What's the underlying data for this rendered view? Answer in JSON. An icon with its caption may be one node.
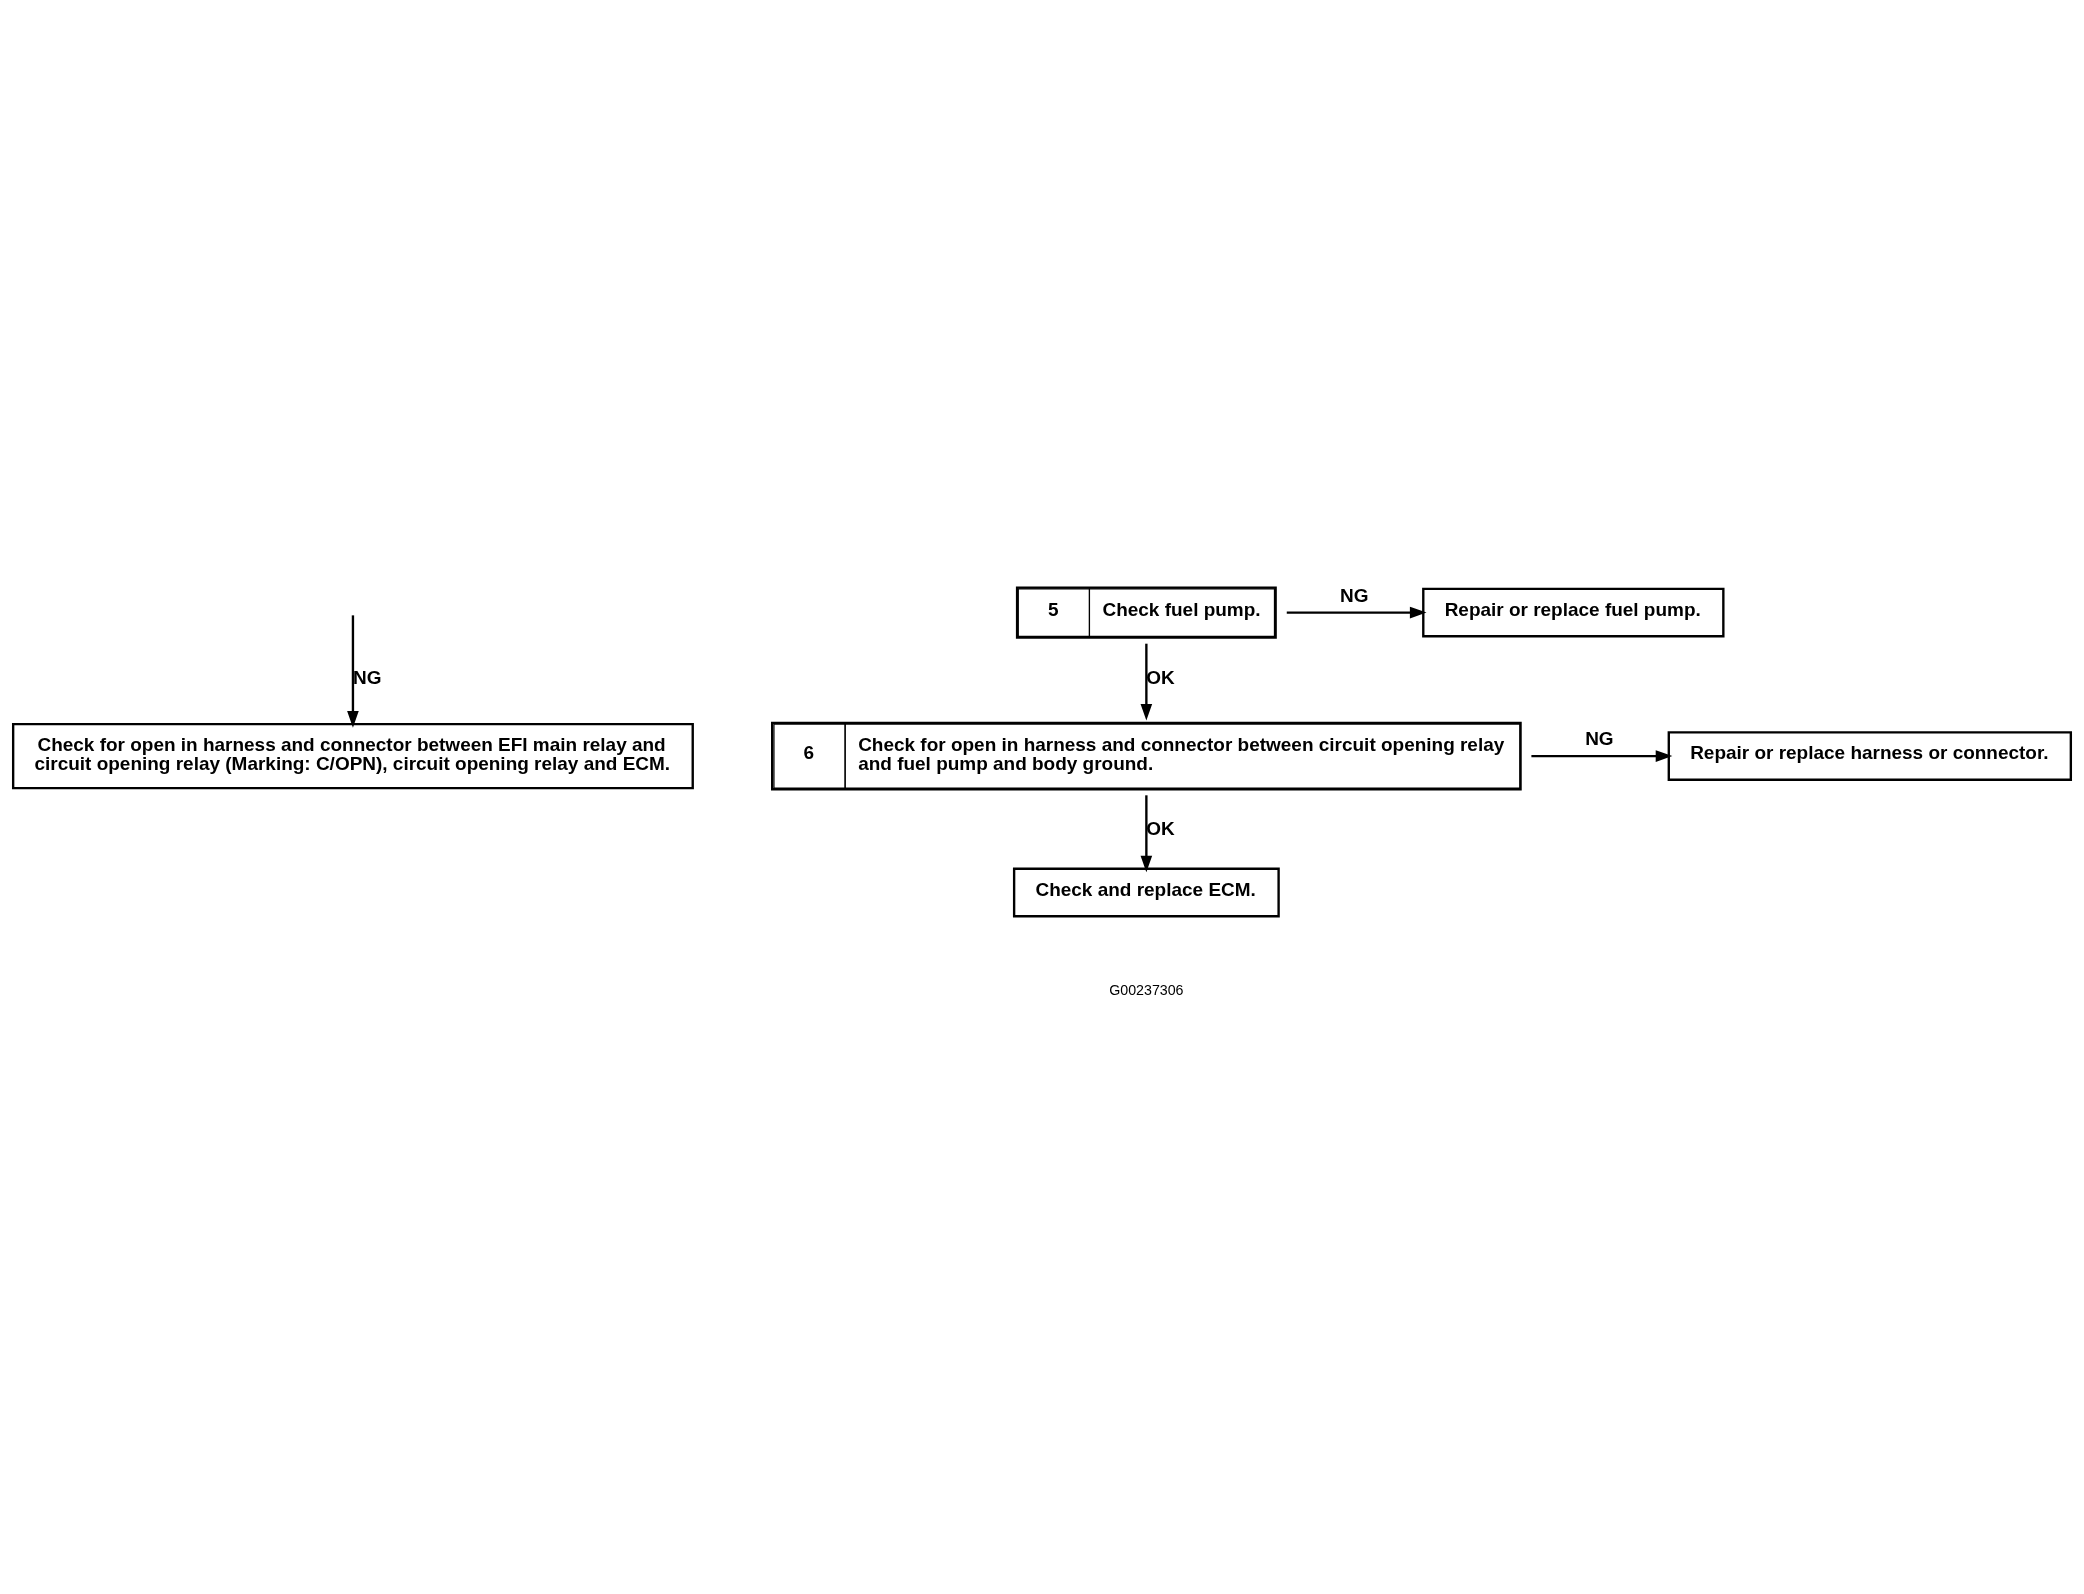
{
  "diagram": {
    "nodes": [
      {
        "text": [
          "Check for open in harness and connector between EFI main relay and circuit opening relay (Marking: C/OPN), circuit opening relay and ECM."
        ]
      },
      {
        "text": [
          "5",
          "Check fuel pump."
        ]
      },
      {
        "text": [
          "Repair or replace fuel pump."
        ]
      },
      {
        "text": [
          "6",
          "Check for open in harness and connector between circuit opening relay and fuel pump and body ground."
        ]
      },
      {
        "text": [
          "Repair or replace harness or connector."
        ]
      },
      {
        "text": [
          "Check and replace ECM."
        ]
      }
    ],
    "edges": [
      {
        "from": null,
        "to": 0,
        "arrow": "to",
        "label": "NG"
      },
      {
        "from": 1,
        "to": 2,
        "arrow": "to",
        "label": "NG"
      },
      {
        "from": 1,
        "to": 3,
        "arrow": "to",
        "label": "OK"
      },
      {
        "from": 3,
        "to": 4,
        "arrow": "to",
        "label": "NG"
      },
      {
        "from": 3,
        "to": 5,
        "arrow": "to",
        "label": "OK"
      }
    ],
    "labels": [
      "G00237306"
    ]
  }
}
